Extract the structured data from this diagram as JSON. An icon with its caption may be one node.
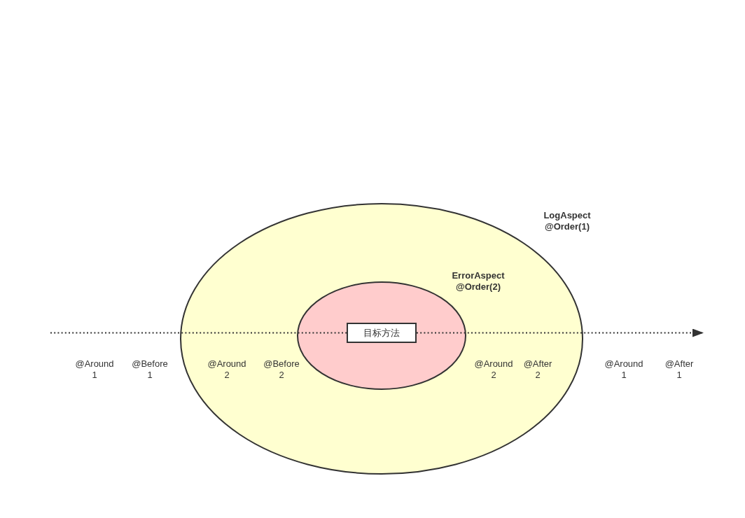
{
  "diagram": {
    "nodes": [
      {
        "text": [
          "LogAspect @Order(1)"
        ]
      },
      {
        "text": [
          "ErrorAspect @Order(2)"
        ],
        "in": 0
      },
      {
        "text": [
          "目标方法"
        ],
        "in": 1
      }
    ],
    "edges": [
      {
        "from": null,
        "to": 2,
        "arrow": "none",
        "style": "dashed"
      },
      {
        "from": 2,
        "to": null,
        "arrow": "to",
        "style": "dashed"
      }
    ],
    "labels": [
      "@Around 1",
      "@Before 1",
      "@Around 2",
      "@Before 2",
      "@Around 2",
      "@After 2",
      "@Around 1",
      "@After 1"
    ]
  }
}
